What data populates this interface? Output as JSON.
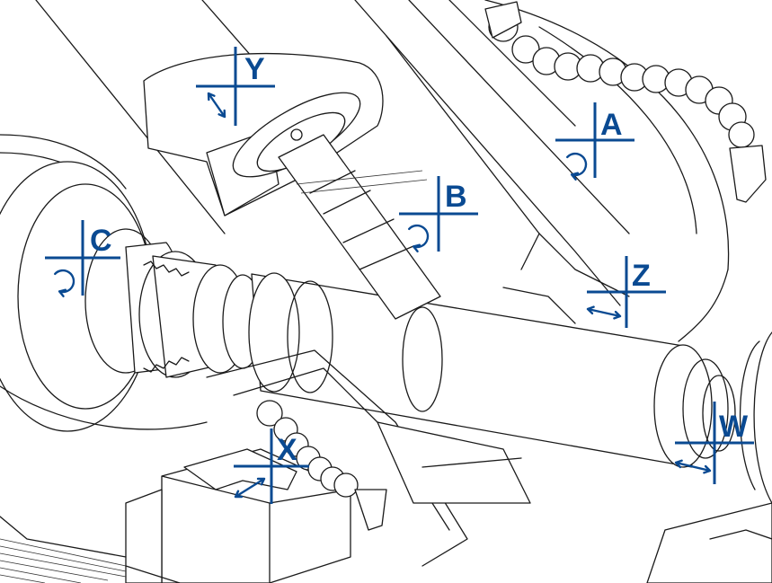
{
  "accent_color": "#0a4a92",
  "line_color": "#1a1a1a",
  "axes": [
    {
      "id": "Y",
      "label": "Y",
      "icon": "linear-arrow-icon"
    },
    {
      "id": "A",
      "label": "A",
      "icon": "rotation-arrow-icon"
    },
    {
      "id": "B",
      "label": "B",
      "icon": "rotation-arrow-icon"
    },
    {
      "id": "C",
      "label": "C",
      "icon": "rotation-arrow-icon"
    },
    {
      "id": "Z",
      "label": "Z",
      "icon": "linear-arrow-icon"
    },
    {
      "id": "X",
      "label": "X",
      "icon": "linear-arrow-icon"
    },
    {
      "id": "W",
      "label": "W",
      "icon": "linear-arrow-icon"
    }
  ]
}
